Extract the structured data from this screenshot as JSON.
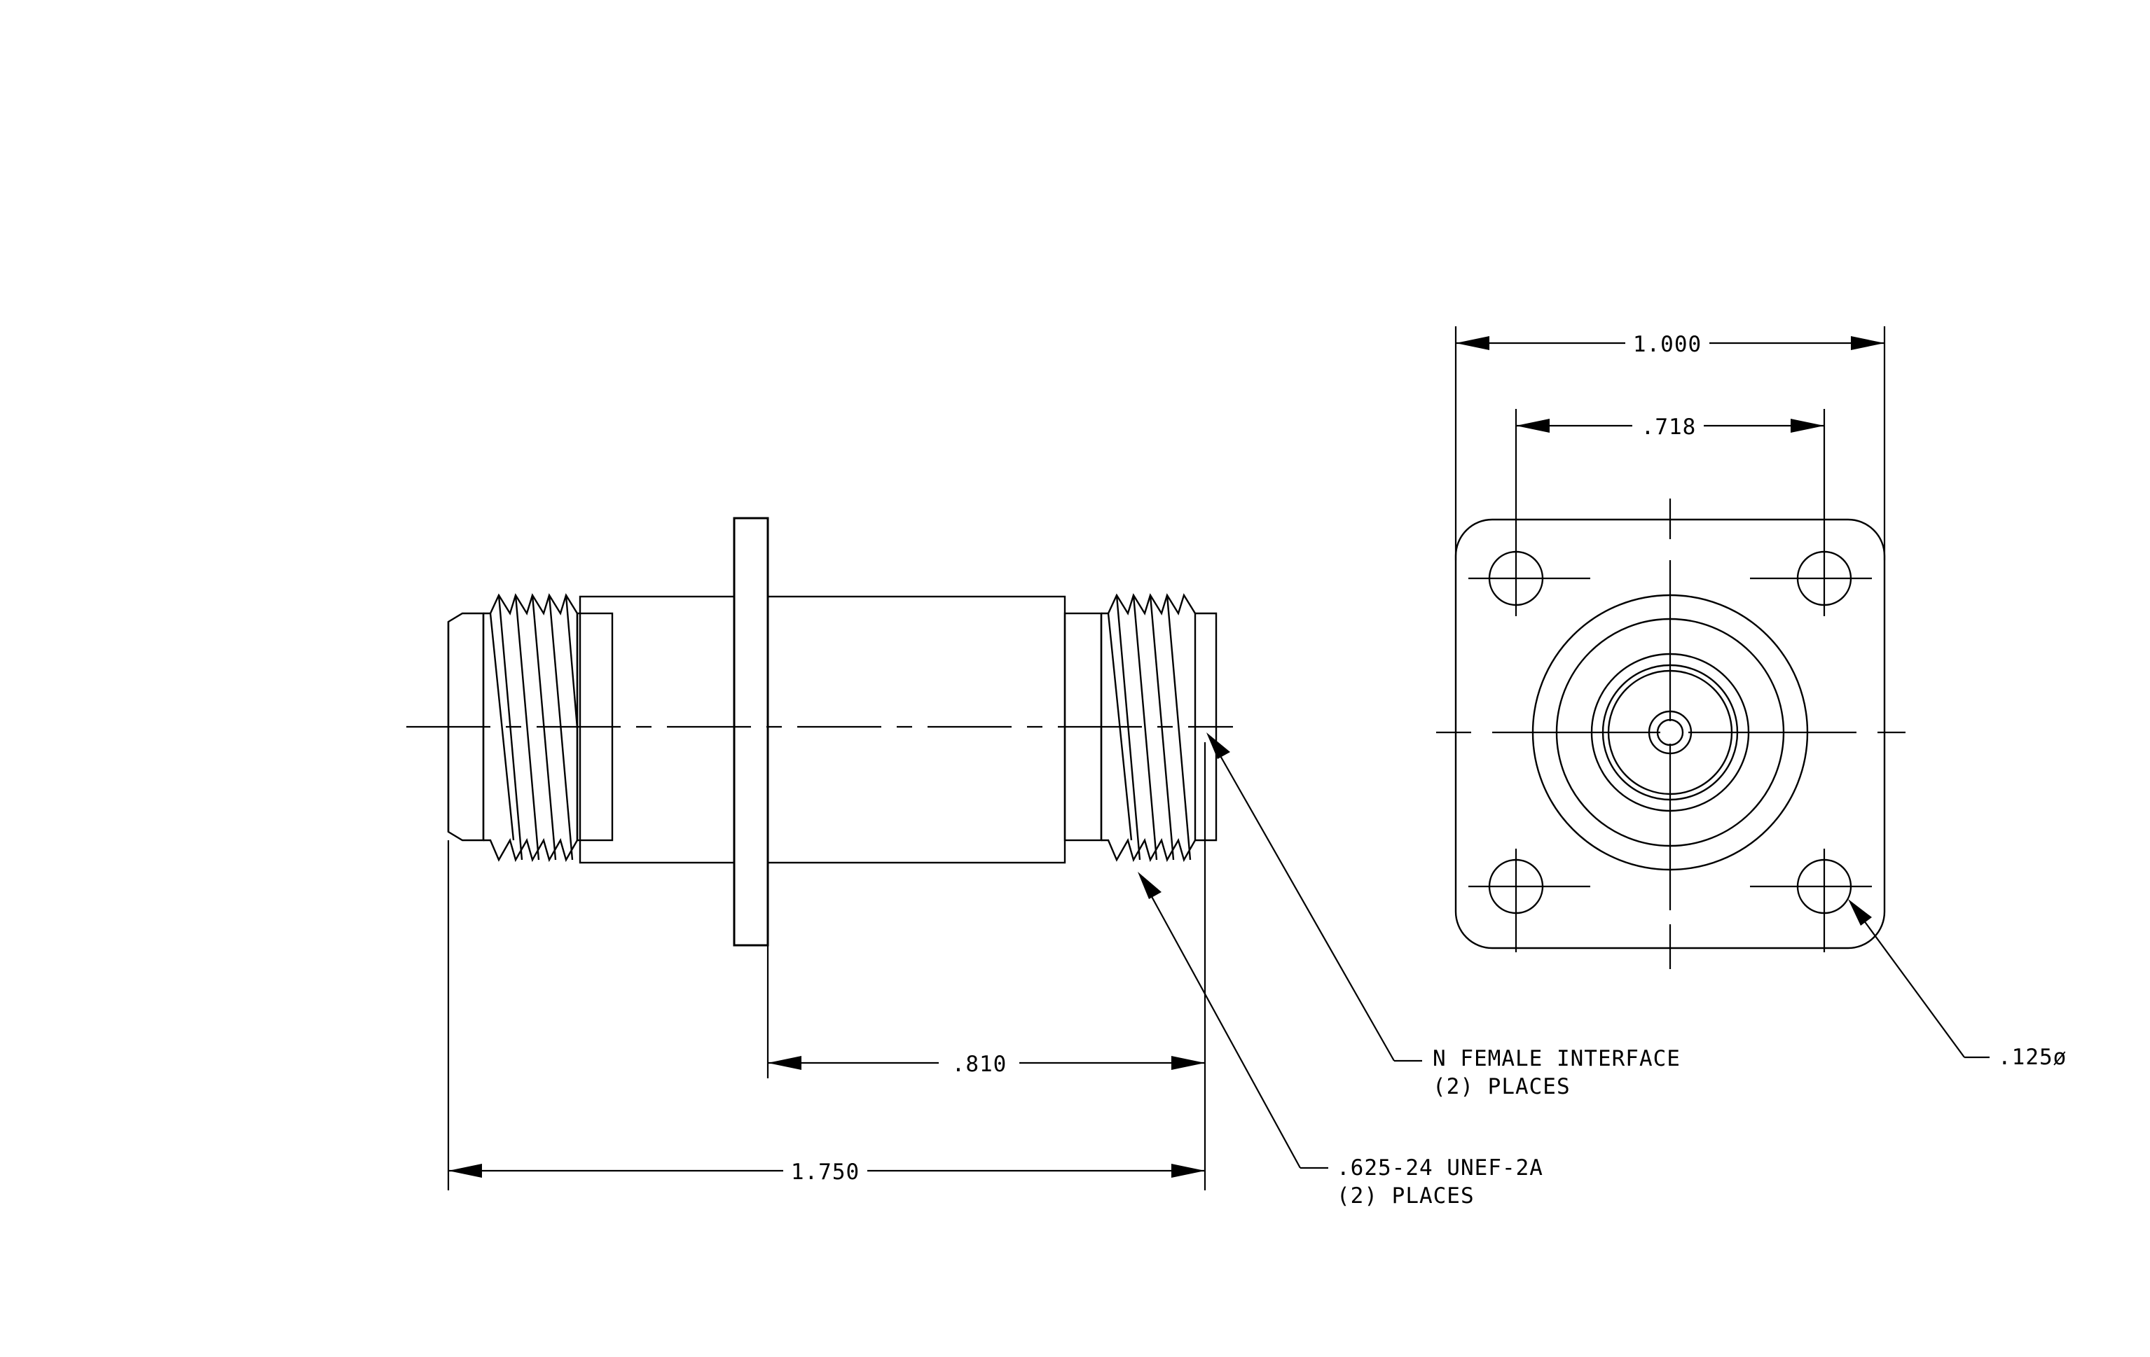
{
  "drawing": {
    "side_view": {
      "dim_flange_to_face": ".810",
      "dim_overall_length": "1.750"
    },
    "end_view": {
      "dim_flange_width": "1.000",
      "dim_hole_spacing": ".718"
    },
    "callouts": {
      "interface_line1": "N FEMALE INTERFACE",
      "interface_line2": "(2)  PLACES",
      "thread_line1": ".625-24 UNEF-2A",
      "thread_line2": "(2)  PLACES",
      "hole_diameter": ".125ø"
    }
  }
}
